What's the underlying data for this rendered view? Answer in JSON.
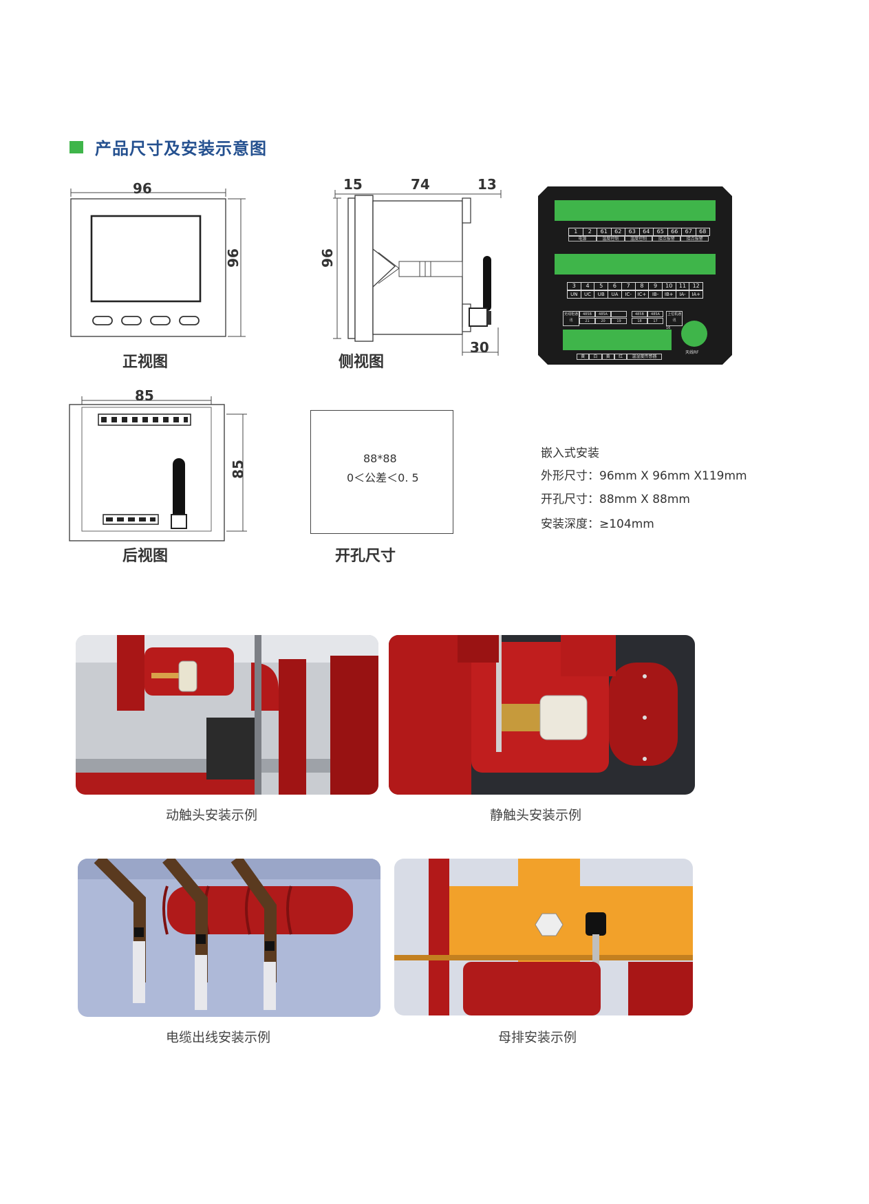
{
  "section": {
    "title": "产品尺寸及安装示意图"
  },
  "front_view": {
    "caption": "正视图",
    "width_label": "96",
    "height_label": "96"
  },
  "side_view": {
    "caption": "侧视图",
    "dim_a": "15",
    "dim_b": "74",
    "dim_c": "13",
    "height_label": "96",
    "bottom_label": "30"
  },
  "back_view": {
    "caption": "后视图",
    "width_label": "85",
    "height_label": "85"
  },
  "cutout": {
    "caption": "开孔尺寸",
    "size_text": "88*88",
    "tolerance_text": "0＜公差＜0. 5"
  },
  "terminal_panel": {
    "top_numbers": [
      "1",
      "2",
      "61",
      "62",
      "63",
      "64",
      "65",
      "66",
      "67",
      "68"
    ],
    "top_groups": [
      "电源",
      "温度控制",
      "温度控制",
      "接点报警",
      "接点报警"
    ],
    "mid_numbers": [
      "3",
      "4",
      "5",
      "6",
      "7",
      "8",
      "9",
      "10",
      "11",
      "12"
    ],
    "mid_labels": [
      "UN",
      "UC",
      "UB",
      "UA",
      "IC-",
      "IC+",
      "IB-",
      "IB+",
      "IA-",
      "IA+"
    ],
    "comm_labels": [
      "485B",
      "485A",
      "",
      "485B",
      "485A"
    ],
    "comm_numbers": [
      "21",
      "20",
      "19",
      "18",
      "17",
      "16"
    ],
    "side_left": "无线柜通讯",
    "side_right": "上位机通讯",
    "antenna_label": "天线RF",
    "bottom_labels": [
      "黄",
      "白",
      "黄",
      "红",
      "温湿度传感器"
    ]
  },
  "install_info": {
    "line1": "嵌入式安装",
    "line2": "外形尺寸：96mm X 96mm X119mm",
    "line3": "开孔尺寸：88mm X 88mm",
    "line4": "安装深度：≥104mm"
  },
  "photos": [
    {
      "caption": "动触头安装示例"
    },
    {
      "caption": "静触头安装示例"
    },
    {
      "caption": "电缆出线安装示例"
    },
    {
      "caption": "母排安装示例"
    }
  ],
  "colors": {
    "accent_green": "#3fb54a",
    "title_blue": "#24508f",
    "cable_red": "#b01a1a",
    "busbar_orange": "#f2a12a"
  }
}
